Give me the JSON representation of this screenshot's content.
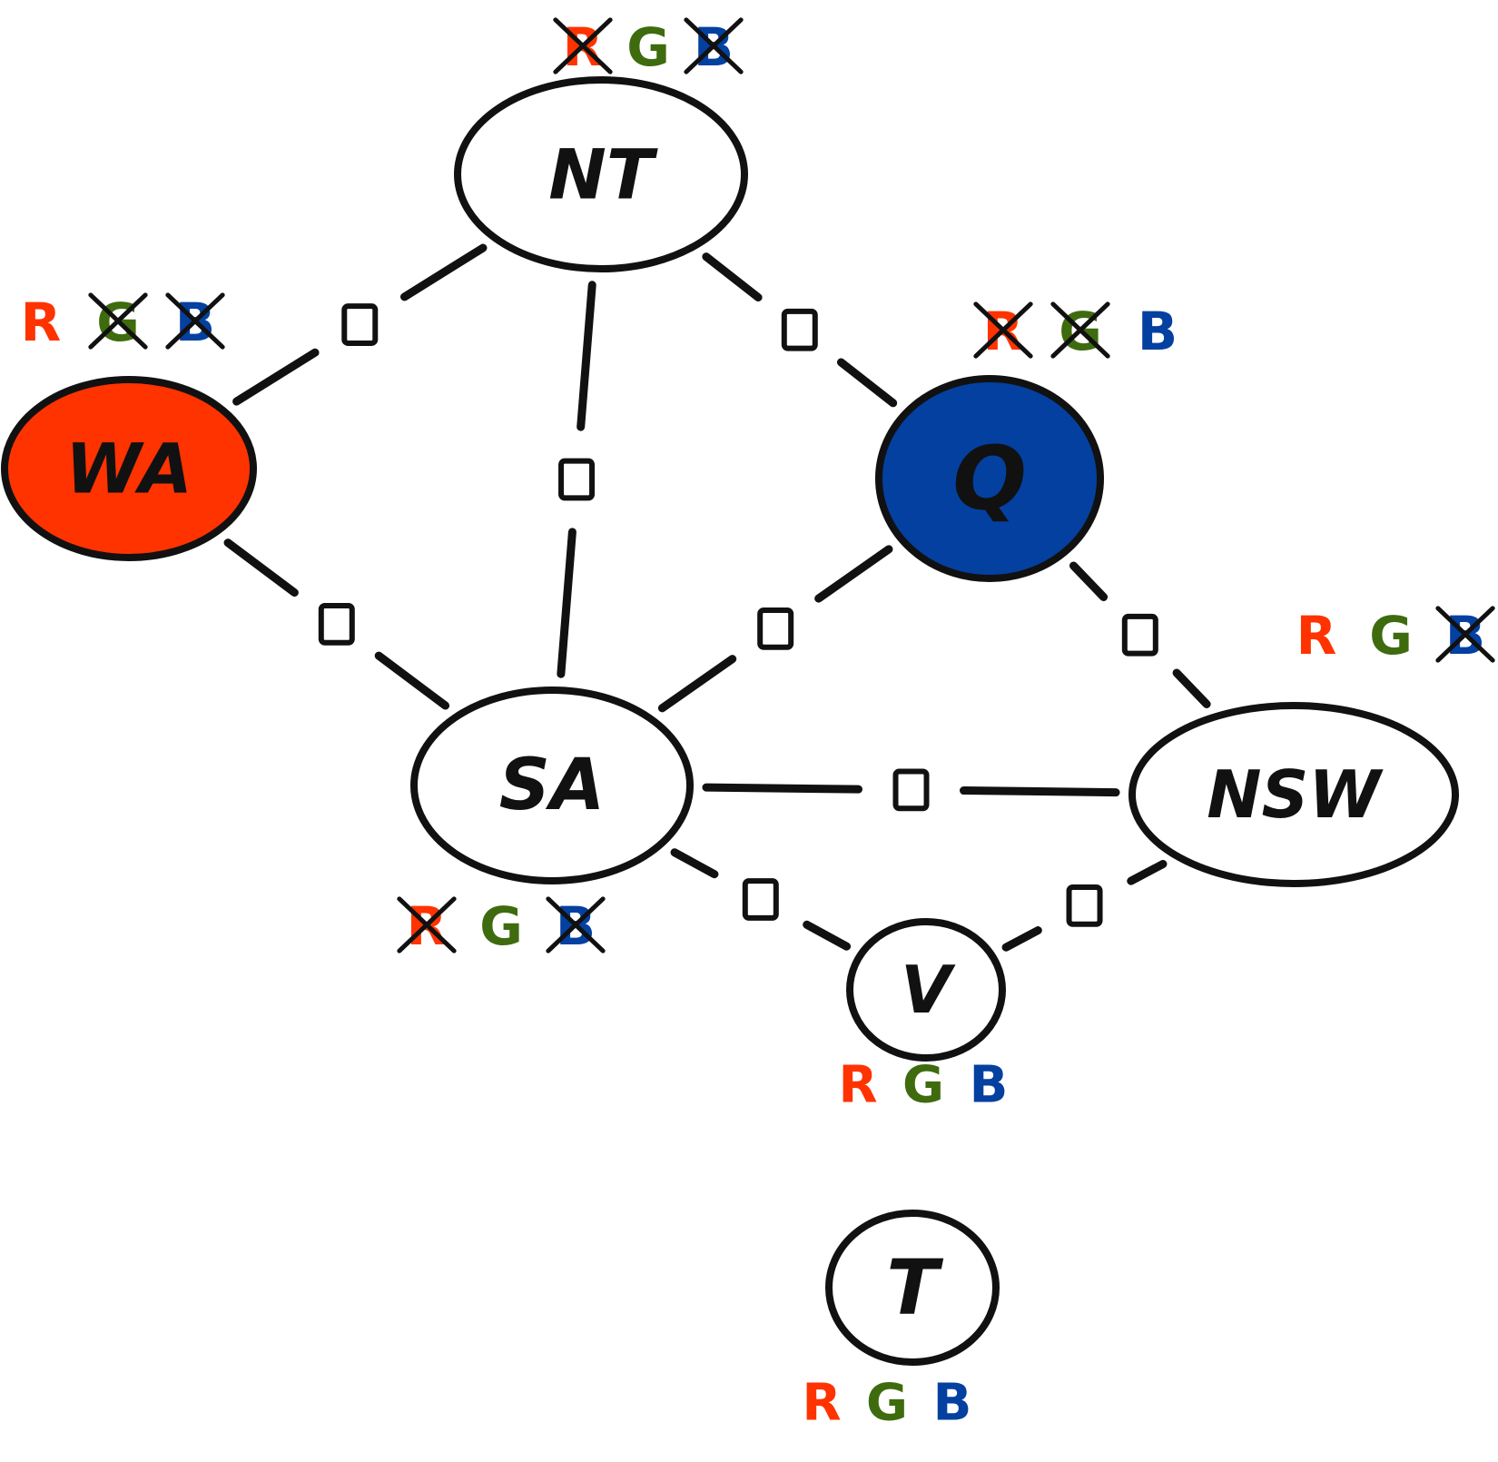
{
  "diagram": {
    "type": "constraint-graph",
    "colors": {
      "R": "#ff3300",
      "G": "#3f6b0f",
      "B": "#0440a0",
      "ink": "#111111",
      "white": "#ffffff"
    },
    "nodes": [
      {
        "id": "NT",
        "label": "NT",
        "fill": "white",
        "domain": [
          {
            "letter": "R",
            "color": "R",
            "crossed": true
          },
          {
            "letter": "G",
            "color": "G",
            "crossed": false
          },
          {
            "letter": "B",
            "color": "B",
            "crossed": true
          }
        ]
      },
      {
        "id": "WA",
        "label": "WA",
        "fill": "R",
        "domain": [
          {
            "letter": "R",
            "color": "R",
            "crossed": false
          },
          {
            "letter": "G",
            "color": "G",
            "crossed": true
          },
          {
            "letter": "B",
            "color": "B",
            "crossed": true
          }
        ]
      },
      {
        "id": "Q",
        "label": "Q",
        "fill": "B",
        "domain": [
          {
            "letter": "R",
            "color": "R",
            "crossed": true
          },
          {
            "letter": "G",
            "color": "G",
            "crossed": true
          },
          {
            "letter": "B",
            "color": "B",
            "crossed": false
          }
        ]
      },
      {
        "id": "SA",
        "label": "SA",
        "fill": "white",
        "domain": [
          {
            "letter": "R",
            "color": "R",
            "crossed": true
          },
          {
            "letter": "G",
            "color": "G",
            "crossed": false
          },
          {
            "letter": "B",
            "color": "B",
            "crossed": true
          }
        ]
      },
      {
        "id": "NSW",
        "label": "NSW",
        "fill": "white",
        "domain": [
          {
            "letter": "R",
            "color": "R",
            "crossed": false
          },
          {
            "letter": "G",
            "color": "G",
            "crossed": false
          },
          {
            "letter": "B",
            "color": "B",
            "crossed": true
          }
        ]
      },
      {
        "id": "V",
        "label": "V",
        "fill": "white",
        "domain": [
          {
            "letter": "R",
            "color": "R",
            "crossed": false
          },
          {
            "letter": "G",
            "color": "G",
            "crossed": false
          },
          {
            "letter": "B",
            "color": "B",
            "crossed": false
          }
        ]
      },
      {
        "id": "T",
        "label": "T",
        "fill": "white",
        "domain": [
          {
            "letter": "R",
            "color": "R",
            "crossed": false
          },
          {
            "letter": "G",
            "color": "G",
            "crossed": false
          },
          {
            "letter": "B",
            "color": "B",
            "crossed": false
          }
        ]
      }
    ],
    "edges": [
      {
        "from": "NT",
        "to": "WA",
        "constraint": "≠"
      },
      {
        "from": "NT",
        "to": "SA",
        "constraint": "≠"
      },
      {
        "from": "NT",
        "to": "Q",
        "constraint": "≠"
      },
      {
        "from": "WA",
        "to": "SA",
        "constraint": "≠"
      },
      {
        "from": "Q",
        "to": "SA",
        "constraint": "≠"
      },
      {
        "from": "Q",
        "to": "NSW",
        "constraint": "≠"
      },
      {
        "from": "SA",
        "to": "NSW",
        "constraint": "≠"
      },
      {
        "from": "SA",
        "to": "V",
        "constraint": "≠"
      },
      {
        "from": "NSW",
        "to": "V",
        "constraint": "≠"
      }
    ]
  }
}
